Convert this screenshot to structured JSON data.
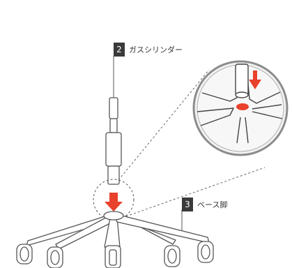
{
  "labels": [
    {
      "number": "2",
      "text": "ガスシリンダー"
    },
    {
      "number": "3",
      "text": "ベース脚"
    }
  ],
  "colors": {
    "badge": "#3a3a3a",
    "accent": "#e8412c",
    "line": "#555555",
    "detail_ring": "#8c8c8c",
    "detail_fill": "#f2f2f2"
  }
}
